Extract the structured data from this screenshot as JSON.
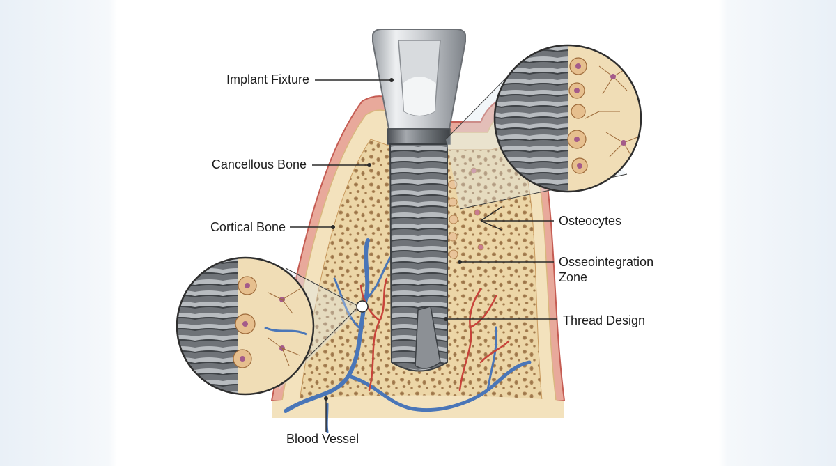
{
  "labels": {
    "implant_fixture": "Implant Fixture",
    "cancellous_bone": "Cancellous Bone",
    "cortical_bone": "Cortical Bone",
    "blood_vessel": "Blood Vessel",
    "osteocytes": "Osteocytes",
    "osseointegration_line1": "Osseointegration",
    "osseointegration_line2": "Zone",
    "thread_design": "Thread Design"
  },
  "colors": {
    "gum": "#e9a79a",
    "gum_edge": "#c9615a",
    "cortical": "#f4e3bf",
    "cancellous": "#ead2a2",
    "pore": "#a07a4e",
    "titanium_light": "#e6e8ea",
    "titanium_dark": "#5d6166",
    "vein": "#4a76b8",
    "artery": "#c8433a",
    "osteocyte": "#b9577a"
  },
  "icons": [
    "dental-implant-illustration",
    "magnifier-inset-upper",
    "magnifier-inset-lower"
  ]
}
